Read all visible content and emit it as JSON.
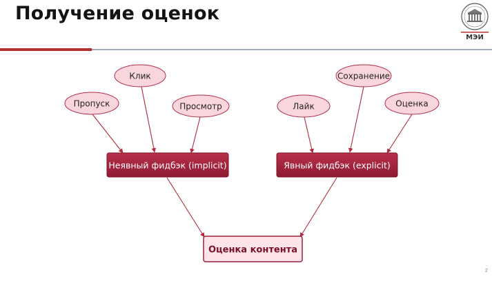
{
  "slide": {
    "title": "Получение оценок",
    "logo_text": "МЭИ",
    "page_number": "2"
  },
  "diagram": {
    "sources": {
      "skip": "Пропуск",
      "click": "Клик",
      "view": "Просмотр",
      "like": "Лайк",
      "save": "Сохранение",
      "rating": "Оценка"
    },
    "groups": {
      "implicit": "Неявный фидбэк (implicit)",
      "explicit": "Явный фидбэк (explicit)"
    },
    "result": "Оценка контента"
  },
  "colors": {
    "accent_red": "#b5312e",
    "ellipse_fill": "#f9d6db",
    "ellipse_stroke": "#b02a4a",
    "group_fill": "#a3213b",
    "result_fill": "#fce4e8",
    "arrow": "#b02a3a"
  }
}
